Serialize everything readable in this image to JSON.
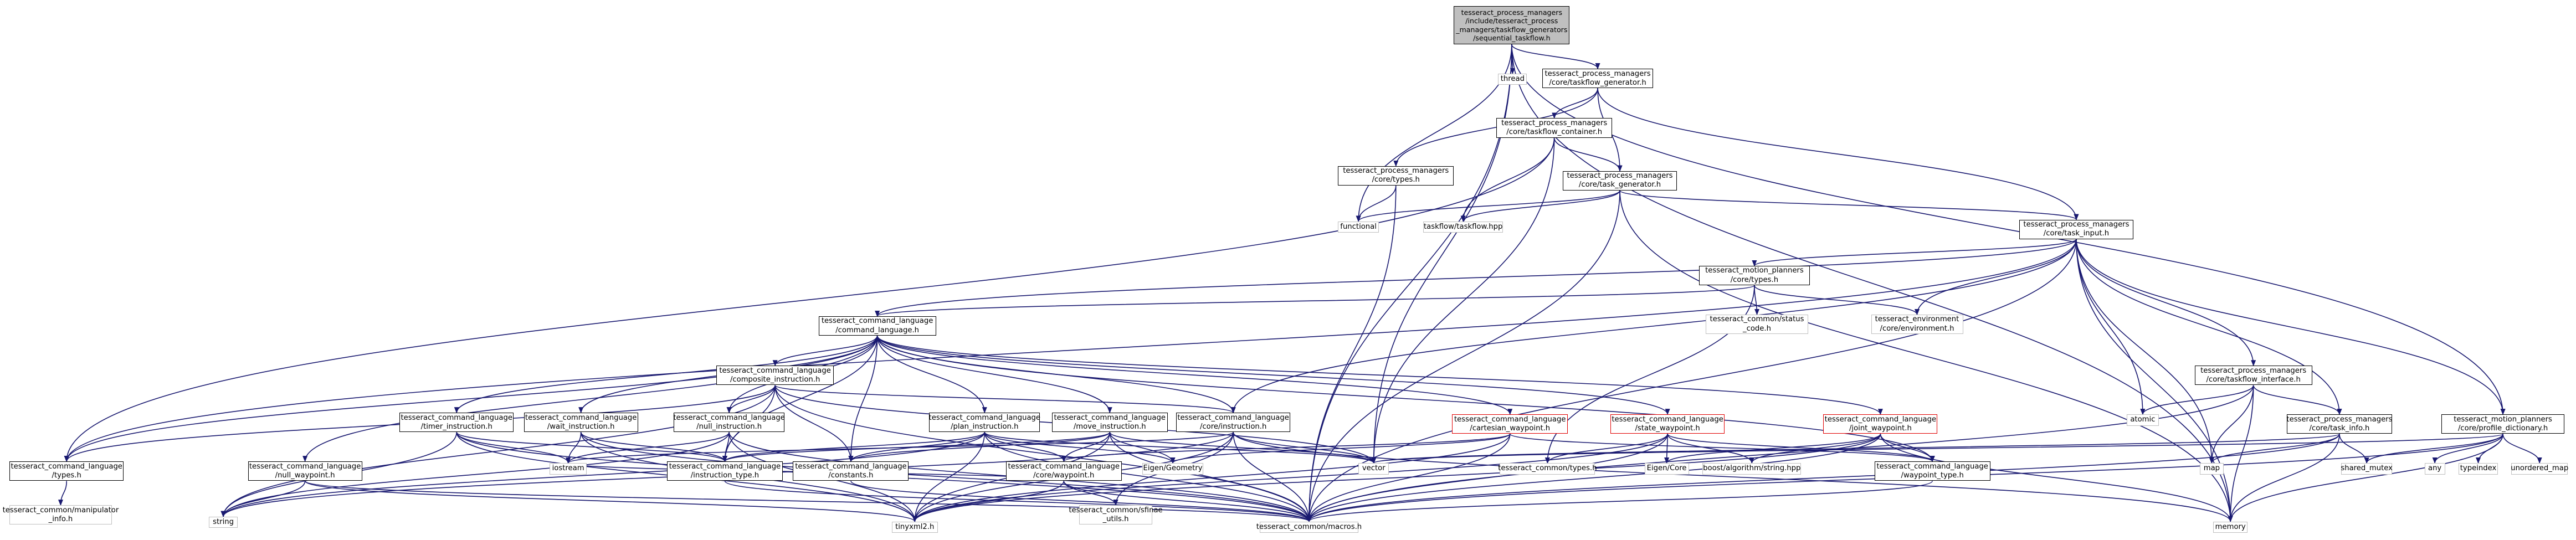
{
  "diagram": {
    "type": "include-dependency-graph",
    "nodes": {
      "root": "tesseract_process_managers\n/include/tesseract_process\n_managers/taskflow_generators\n/sequential_taskflow.h",
      "thread": "thread",
      "core_taskflow_generator": "tesseract_process_managers\n/core/taskflow_generator.h",
      "core_taskflow_container": "tesseract_process_managers\n/core/taskflow_container.h",
      "core_types": "tesseract_process_managers\n/core/types.h",
      "core_task_generator": "tesseract_process_managers\n/core/task_generator.h",
      "functional": "functional",
      "taskflow_hpp": "taskflow/taskflow.hpp",
      "core_task_input": "tesseract_process_managers\n/core/task_input.h",
      "motion_types": "tesseract_motion_planners\n/core/types.h",
      "common_status_code": "tesseract_common/status\n_code.h",
      "env_environment": "tesseract_environment\n/core/environment.h",
      "cmd_command_language": "tesseract_command_language\n/command_language.h",
      "cmd_composite_instruction": "tesseract_command_language\n/composite_instruction.h",
      "cmd_core_instruction": "tesseract_command_language\n/core/instruction.h",
      "cmd_cartesian_waypoint": "tesseract_command_language\n/cartesian_waypoint.h",
      "cmd_state_waypoint": "tesseract_command_language\n/state_waypoint.h",
      "cmd_joint_waypoint": "tesseract_command_language\n/joint_waypoint.h",
      "pm_taskflow_interface": "tesseract_process_managers\n/core/taskflow_interface.h",
      "pm_task_info": "tesseract_process_managers\n/core/task_info.h",
      "mp_profile_dictionary": "tesseract_motion_planners\n/core/profile_dictionary.h",
      "cmd_timer_instruction": "tesseract_command_language\n/timer_instruction.h",
      "cmd_wait_instruction": "tesseract_command_language\n/wait_instruction.h",
      "cmd_null_instruction": "tesseract_command_language\n/null_instruction.h",
      "cmd_plan_instruction": "tesseract_command_language\n/plan_instruction.h",
      "cmd_move_instruction": "tesseract_command_language\n/move_instruction.h",
      "cmd_types": "tesseract_command_language\n/types.h",
      "cmd_null_waypoint": "tesseract_command_language\n/null_waypoint.h",
      "cmd_instruction_type": "tesseract_command_language\n/instruction_type.h",
      "cmd_constants": "tesseract_command_language\n/constants.h",
      "cmd_core_waypoint": "tesseract_command_language\n/core/waypoint.h",
      "cmd_waypoint_type": "tesseract_command_language\n/waypoint_type.h",
      "iostream": "iostream",
      "eigen_geometry": "Eigen/Geometry",
      "vector": "vector",
      "common_types": "tesseract_common/types.h",
      "eigen_core": "Eigen/Core",
      "boost_string": "boost/algorithm/string.hpp",
      "atomic": "atomic",
      "map": "map",
      "shared_mutex": "shared_mutex",
      "any": "any",
      "typeindex": "typeindex",
      "unordered_map": "unordered_map",
      "memory": "memory",
      "string": "string",
      "tinyxml2": "tinyxml2.h",
      "common_macros": "tesseract_common/macros.h",
      "common_sfinae": "tesseract_common/sfinae\n_utils.h",
      "common_manipulator_info": "tesseract_common/manipulator\n_info.h"
    }
  },
  "colors": {
    "edge": "#191970",
    "node_border": "#000000",
    "system_border": "#bfbfbf",
    "highlight_border": "#e00000",
    "root_fill": "#bfbfbf"
  }
}
